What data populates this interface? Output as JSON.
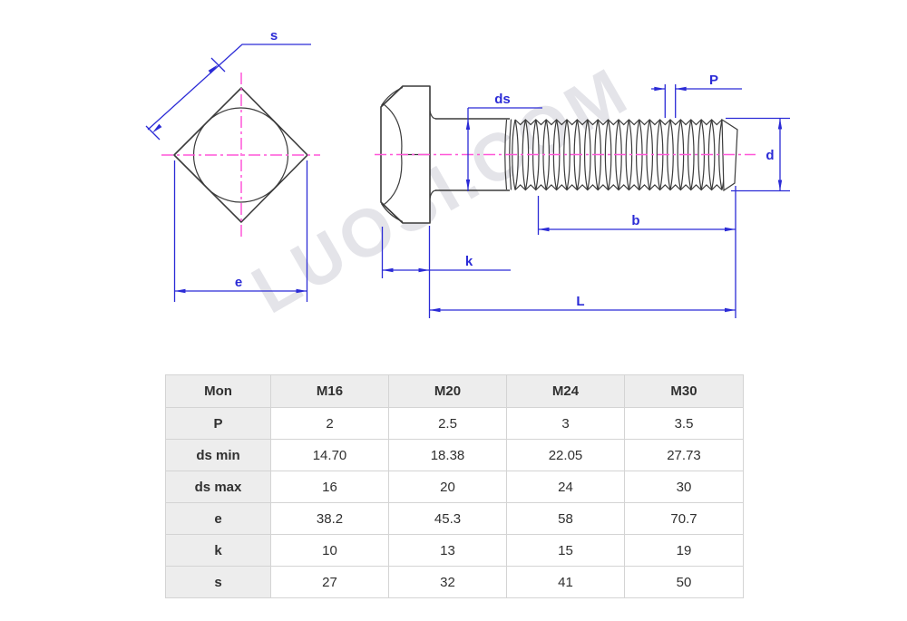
{
  "colors": {
    "accent": "#2b2bd6",
    "centerline": "#ff57d8",
    "line": "#3b3b3b",
    "table-border": "#d4d4d4",
    "table-head-bg": "#ededed",
    "text": "#303030"
  },
  "watermark": {
    "text": "LUOSI.COM"
  },
  "diagram": {
    "labels": {
      "s": "s",
      "e": "e",
      "ds": "ds",
      "p": "P",
      "d": "d",
      "b": "b",
      "k": "k",
      "l": "L"
    }
  },
  "table": {
    "header": [
      "Mon",
      "M16",
      "M20",
      "M24",
      "M30"
    ],
    "rows": [
      {
        "label": "P",
        "values": [
          "2",
          "2.5",
          "3",
          "3.5"
        ]
      },
      {
        "label": "ds min",
        "values": [
          "14.70",
          "18.38",
          "22.05",
          "27.73"
        ]
      },
      {
        "label": "ds max",
        "values": [
          "16",
          "20",
          "24",
          "30"
        ]
      },
      {
        "label": "e",
        "values": [
          "38.2",
          "45.3",
          "58",
          "70.7"
        ]
      },
      {
        "label": "k",
        "values": [
          "10",
          "13",
          "15",
          "19"
        ]
      },
      {
        "label": "s",
        "values": [
          "27",
          "32",
          "41",
          "50"
        ]
      }
    ]
  }
}
